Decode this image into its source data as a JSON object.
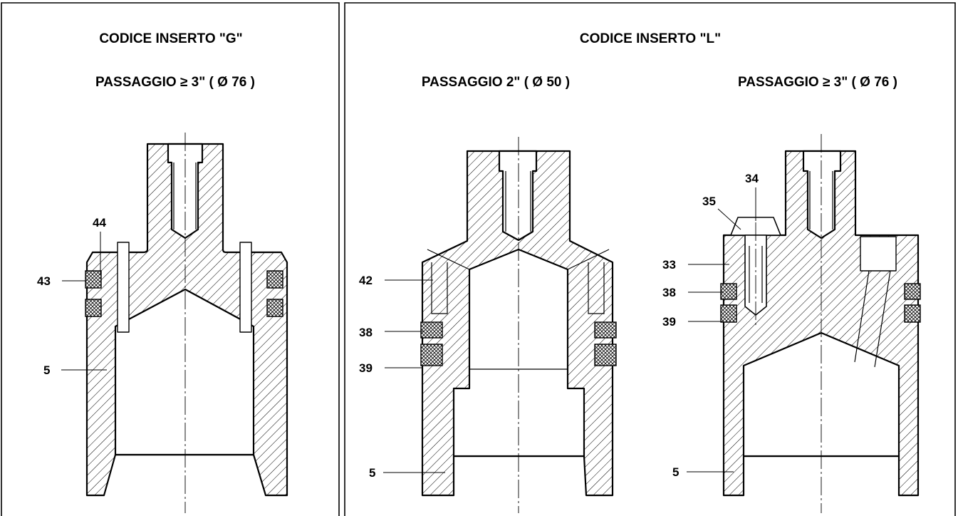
{
  "panels": {
    "g": {
      "title": "CODICE INSERTO \"G\"",
      "subtitle": "PASSAGGIO ≥ 3\" ( Ø 76 )",
      "labels": {
        "l44": "44",
        "l43": "43",
        "l5": "5"
      }
    },
    "l": {
      "title": "CODICE INSERTO \"L\"",
      "subtitle_left": "PASSAGGIO 2\" ( Ø 50 )",
      "subtitle_right": "PASSAGGIO ≥ 3\" ( Ø 76 )",
      "labels_left": {
        "l42": "42",
        "l38": "38",
        "l39": "39",
        "l5": "5"
      },
      "labels_right": {
        "l34": "34",
        "l35": "35",
        "l33": "33",
        "l38": "38",
        "l39": "39",
        "l5": "5"
      }
    }
  }
}
